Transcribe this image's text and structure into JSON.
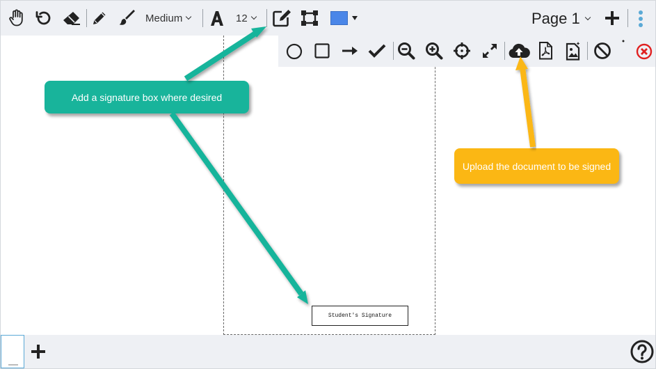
{
  "toolbar": {
    "pen_width_label": "Medium",
    "font_size_label": "12",
    "color_hex": "#4a86e8",
    "page_label": "Page 1",
    "icons": [
      "hand-icon",
      "undo-icon",
      "eraser-icon",
      "pencil-icon",
      "brush-icon",
      "text-icon",
      "edit-note-icon",
      "crop-icon",
      "color-swatch",
      "plus-icon",
      "kebab-icon"
    ]
  },
  "toolbar2": {
    "icons": [
      "circle-icon",
      "square-icon",
      "arrow-right-icon",
      "check-icon",
      "zoom-out-icon",
      "zoom-in-icon",
      "crosshair-icon",
      "fullscreen-icon",
      "cloud-upload-icon",
      "pdf-icon",
      "image-file-icon",
      "block-icon",
      "close-circle-icon"
    ]
  },
  "canvas": {
    "signature_label": "Student's Signature"
  },
  "callouts": {
    "signature_box": "Add a signature box where desired",
    "upload": "Upload the document to be signed"
  },
  "colors": {
    "callout_green": "#18b49b",
    "callout_yellow": "#fbb714",
    "close_red": "#e02020",
    "accent_blue": "#5aa9d6"
  }
}
